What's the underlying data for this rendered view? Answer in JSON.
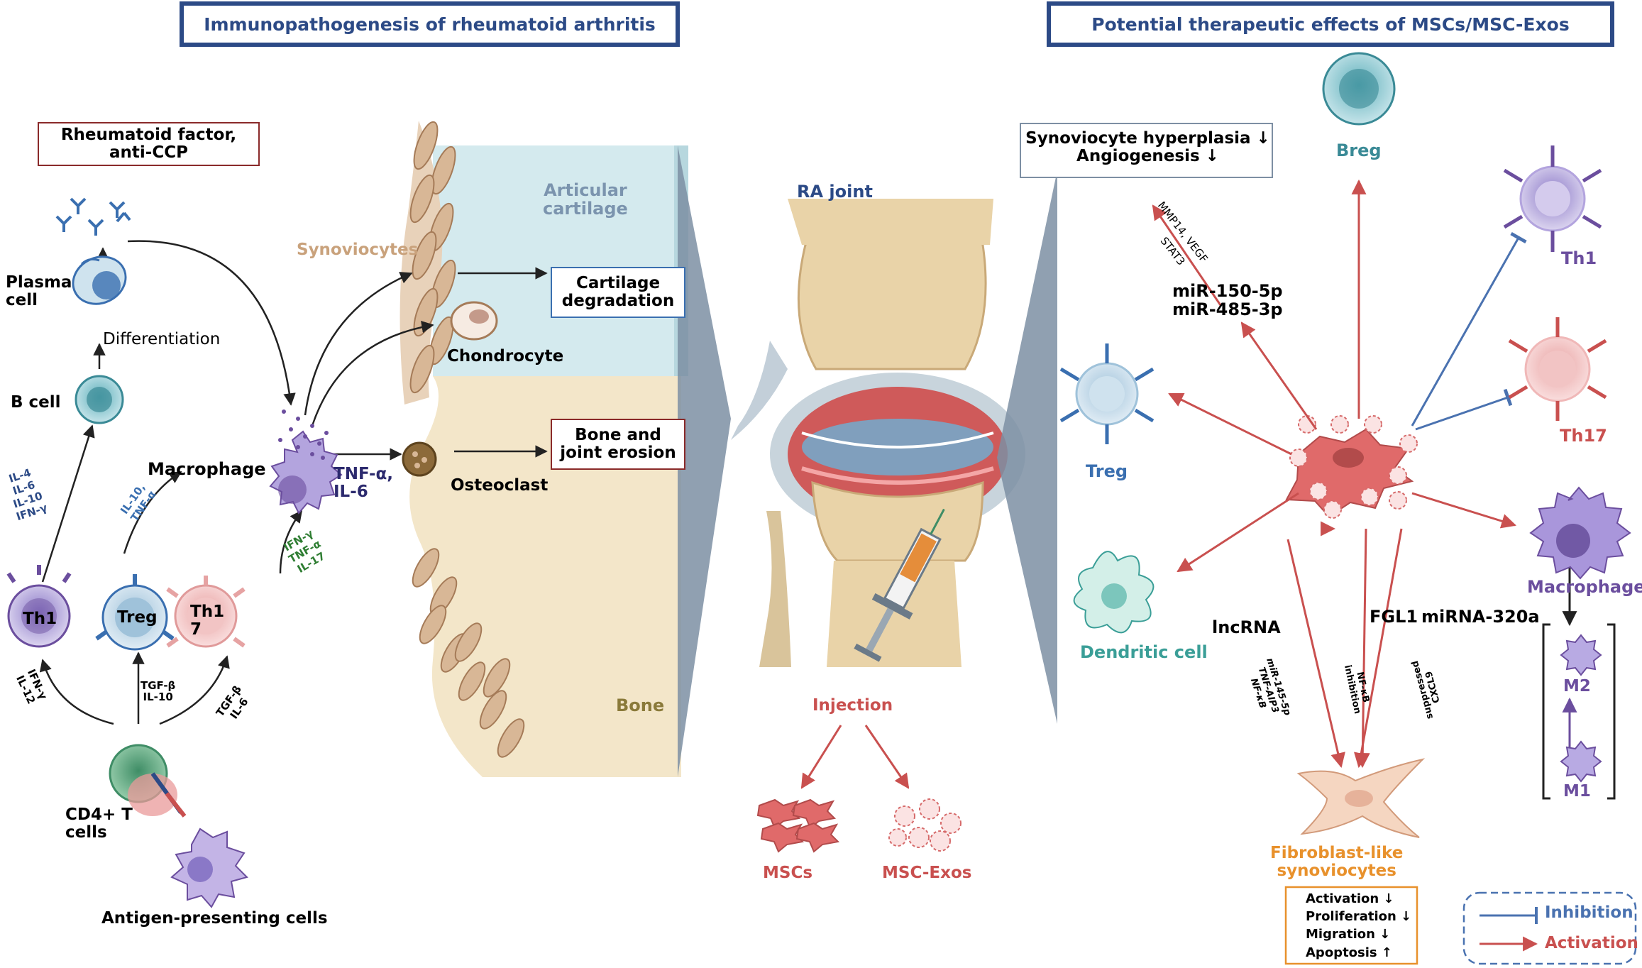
{
  "titles": {
    "left": "Immunopathogenesis of rheumatoid arthritis",
    "right": "Potential therapeutic effects of MSCs/MSC-Exos"
  },
  "left": {
    "rf_box": [
      "Rheumatoid factor,",
      "anti-CCP"
    ],
    "plasma_cell": [
      "Plasma",
      "cell"
    ],
    "differentiation": "Differentiation",
    "b_cell": "B cell",
    "th1_cytokines": [
      "IL-4",
      "IL-6",
      "IL-10",
      "IFN-γ"
    ],
    "macrophage": "Macrophage",
    "treg_cytokines": [
      "IL-10,",
      "TNF-α"
    ],
    "th17_cytokines": [
      "IFN-γ",
      "TNF-α",
      "IL-17"
    ],
    "th1": "Th1",
    "treg": "Treg",
    "th17": [
      "Th1",
      "7"
    ],
    "arrow_th1": [
      "IFN-γ",
      "IL-12"
    ],
    "arrow_treg": [
      "TGF-β",
      "IL-10"
    ],
    "arrow_th17": [
      "TGF-β",
      "IL-6"
    ],
    "cd4": [
      "CD4+ T",
      "cells"
    ],
    "apc": "Antigen-presenting cells",
    "tnf": [
      "TNF-α,",
      "IL-6"
    ],
    "synoviocytes": "Synoviocytes",
    "chondrocyte": "Chondrocyte",
    "osteoclast": "Osteoclast",
    "articular_cartilage": [
      "Articular",
      "cartilage"
    ],
    "cartilage_box": [
      "Cartilage",
      "degradation"
    ],
    "bone_box": [
      "Bone  and",
      "joint erosion"
    ],
    "bone": "Bone"
  },
  "center": {
    "ra_joint": "RA joint",
    "injection": "Injection",
    "mscs": "MSCs",
    "msc_exos": "MSC-Exos"
  },
  "right": {
    "synovio_box": [
      "Synoviocyte hyperplasia ↓",
      "Angiogenesis ↓"
    ],
    "mmp": "MMP14, VEGF",
    "stat3": "STAT3",
    "mirna": [
      "miR-150-5p",
      "miR-485-3p"
    ],
    "breg": "Breg",
    "th1": "Th1",
    "th17": "Th17",
    "treg": "Treg",
    "macrophage": "Macrophage",
    "m2": "M2",
    "m1": "M1",
    "dendritic": "Dendritic cell",
    "lncrna": "lncRNA",
    "fgl1": "FGL1",
    "mirna320": "miRNA-320a",
    "lnc_sub": [
      "miR-145-5p",
      "TNF-AIP3",
      "NF-κB"
    ],
    "fgl1_sub": [
      "NF-κB",
      "inhibition"
    ],
    "mir320_sub": [
      "suppressed",
      "CXCL9"
    ],
    "fls": [
      "Fibroblast-like",
      "synoviocytes"
    ],
    "fls_effects": [
      "Activation ↓",
      "Proliferation ↓",
      "Migration ↓",
      "Apoptosis ↑"
    ],
    "legend_inhibition": "Inhibition",
    "legend_activation": "Activation"
  },
  "colors": {
    "title_border": "#2c4a86",
    "inhibition": "#4a72b0",
    "activation": "#c9504f",
    "cartilage": "#d4eaee",
    "bone": "#f3e6c9",
    "synoviocyte": "#c9a27c",
    "fls_label": "#e8912c",
    "purple": "#6b4e9e",
    "teal": "#3a9e97",
    "treg_blue": "#3a6fb0",
    "th17_red": "#c9504f"
  }
}
